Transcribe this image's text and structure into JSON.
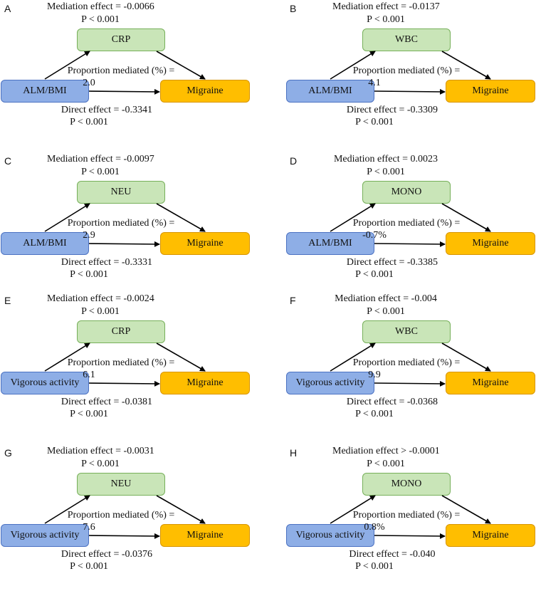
{
  "panels": [
    {
      "letter": "A",
      "mediator": "CRP",
      "exposure": "ALM/BMI",
      "outcome": "Migraine",
      "mediation": "Mediation effect = -0.0066",
      "mediation_p": "P < 0.001",
      "prop_label": "Proportion mediated (%) =",
      "prop_value": "2.0",
      "direct": "Direct effect = -0.3341",
      "direct_p": "P < 0.001"
    },
    {
      "letter": "B",
      "mediator": "WBC",
      "exposure": "ALM/BMI",
      "outcome": "Migraine",
      "mediation": "Mediation effect = -0.0137",
      "mediation_p": "P < 0.001",
      "prop_label": "Proportion mediated (%) =",
      "prop_value": "4.1",
      "direct": "Direct effect = -0.3309",
      "direct_p": "P < 0.001"
    },
    {
      "letter": "C",
      "mediator": "NEU",
      "exposure": "ALM/BMI",
      "outcome": "Migraine",
      "mediation": "Mediation effect = -0.0097",
      "mediation_p": "P < 0.001",
      "prop_label": "Proportion mediated (%) =",
      "prop_value": "2.9",
      "direct": "Direct effect = -0.3331",
      "direct_p": "P < 0.001"
    },
    {
      "letter": "D",
      "mediator": "MONO",
      "exposure": "ALM/BMI",
      "outcome": "Migraine",
      "mediation": "Mediation effect = 0.0023",
      "mediation_p": "P < 0.001",
      "prop_label": "Proportion mediated (%) =",
      "prop_value": "-0.7%",
      "direct": "Direct effect = -0.3385",
      "direct_p": "P < 0.001"
    },
    {
      "letter": "E",
      "mediator": "CRP",
      "exposure": "Vigorous activity",
      "outcome": "Migraine",
      "mediation": "Mediation effect = -0.0024",
      "mediation_p": "P < 0.001",
      "prop_label": "Proportion mediated (%) =",
      "prop_value": "6.1",
      "direct": "Direct effect = -0.0381",
      "direct_p": "P < 0.001"
    },
    {
      "letter": "F",
      "mediator": "WBC",
      "exposure": "Vigorous activity",
      "outcome": "Migraine",
      "mediation": "Mediation effect = -0.004",
      "mediation_p": "P < 0.001",
      "prop_label": "Proportion mediated (%) =",
      "prop_value": "9.9",
      "direct": "Direct effect = -0.0368",
      "direct_p": "P < 0.001"
    },
    {
      "letter": "G",
      "mediator": "NEU",
      "exposure": "Vigorous activity",
      "outcome": "Migraine",
      "mediation": "Mediation effect = -0.0031",
      "mediation_p": "P < 0.001",
      "prop_label": "Proportion mediated (%) =",
      "prop_value": "7.6",
      "direct": "Direct effect = -0.0376",
      "direct_p": "P < 0.001"
    },
    {
      "letter": "H",
      "mediator": "MONO",
      "exposure": "Vigorous activity",
      "outcome": "Migraine",
      "mediation": "Mediation effect > -0.0001",
      "mediation_p": "P < 0.001",
      "prop_label": "Proportion mediated (%) =",
      "prop_value": "0.8%",
      "direct": "Direct effect = -0.040",
      "direct_p": "P < 0.001"
    }
  ],
  "colors": {
    "mediator": "#c9e5b8",
    "exposure": "#8eaee6",
    "outcome": "#ffbe00"
  }
}
